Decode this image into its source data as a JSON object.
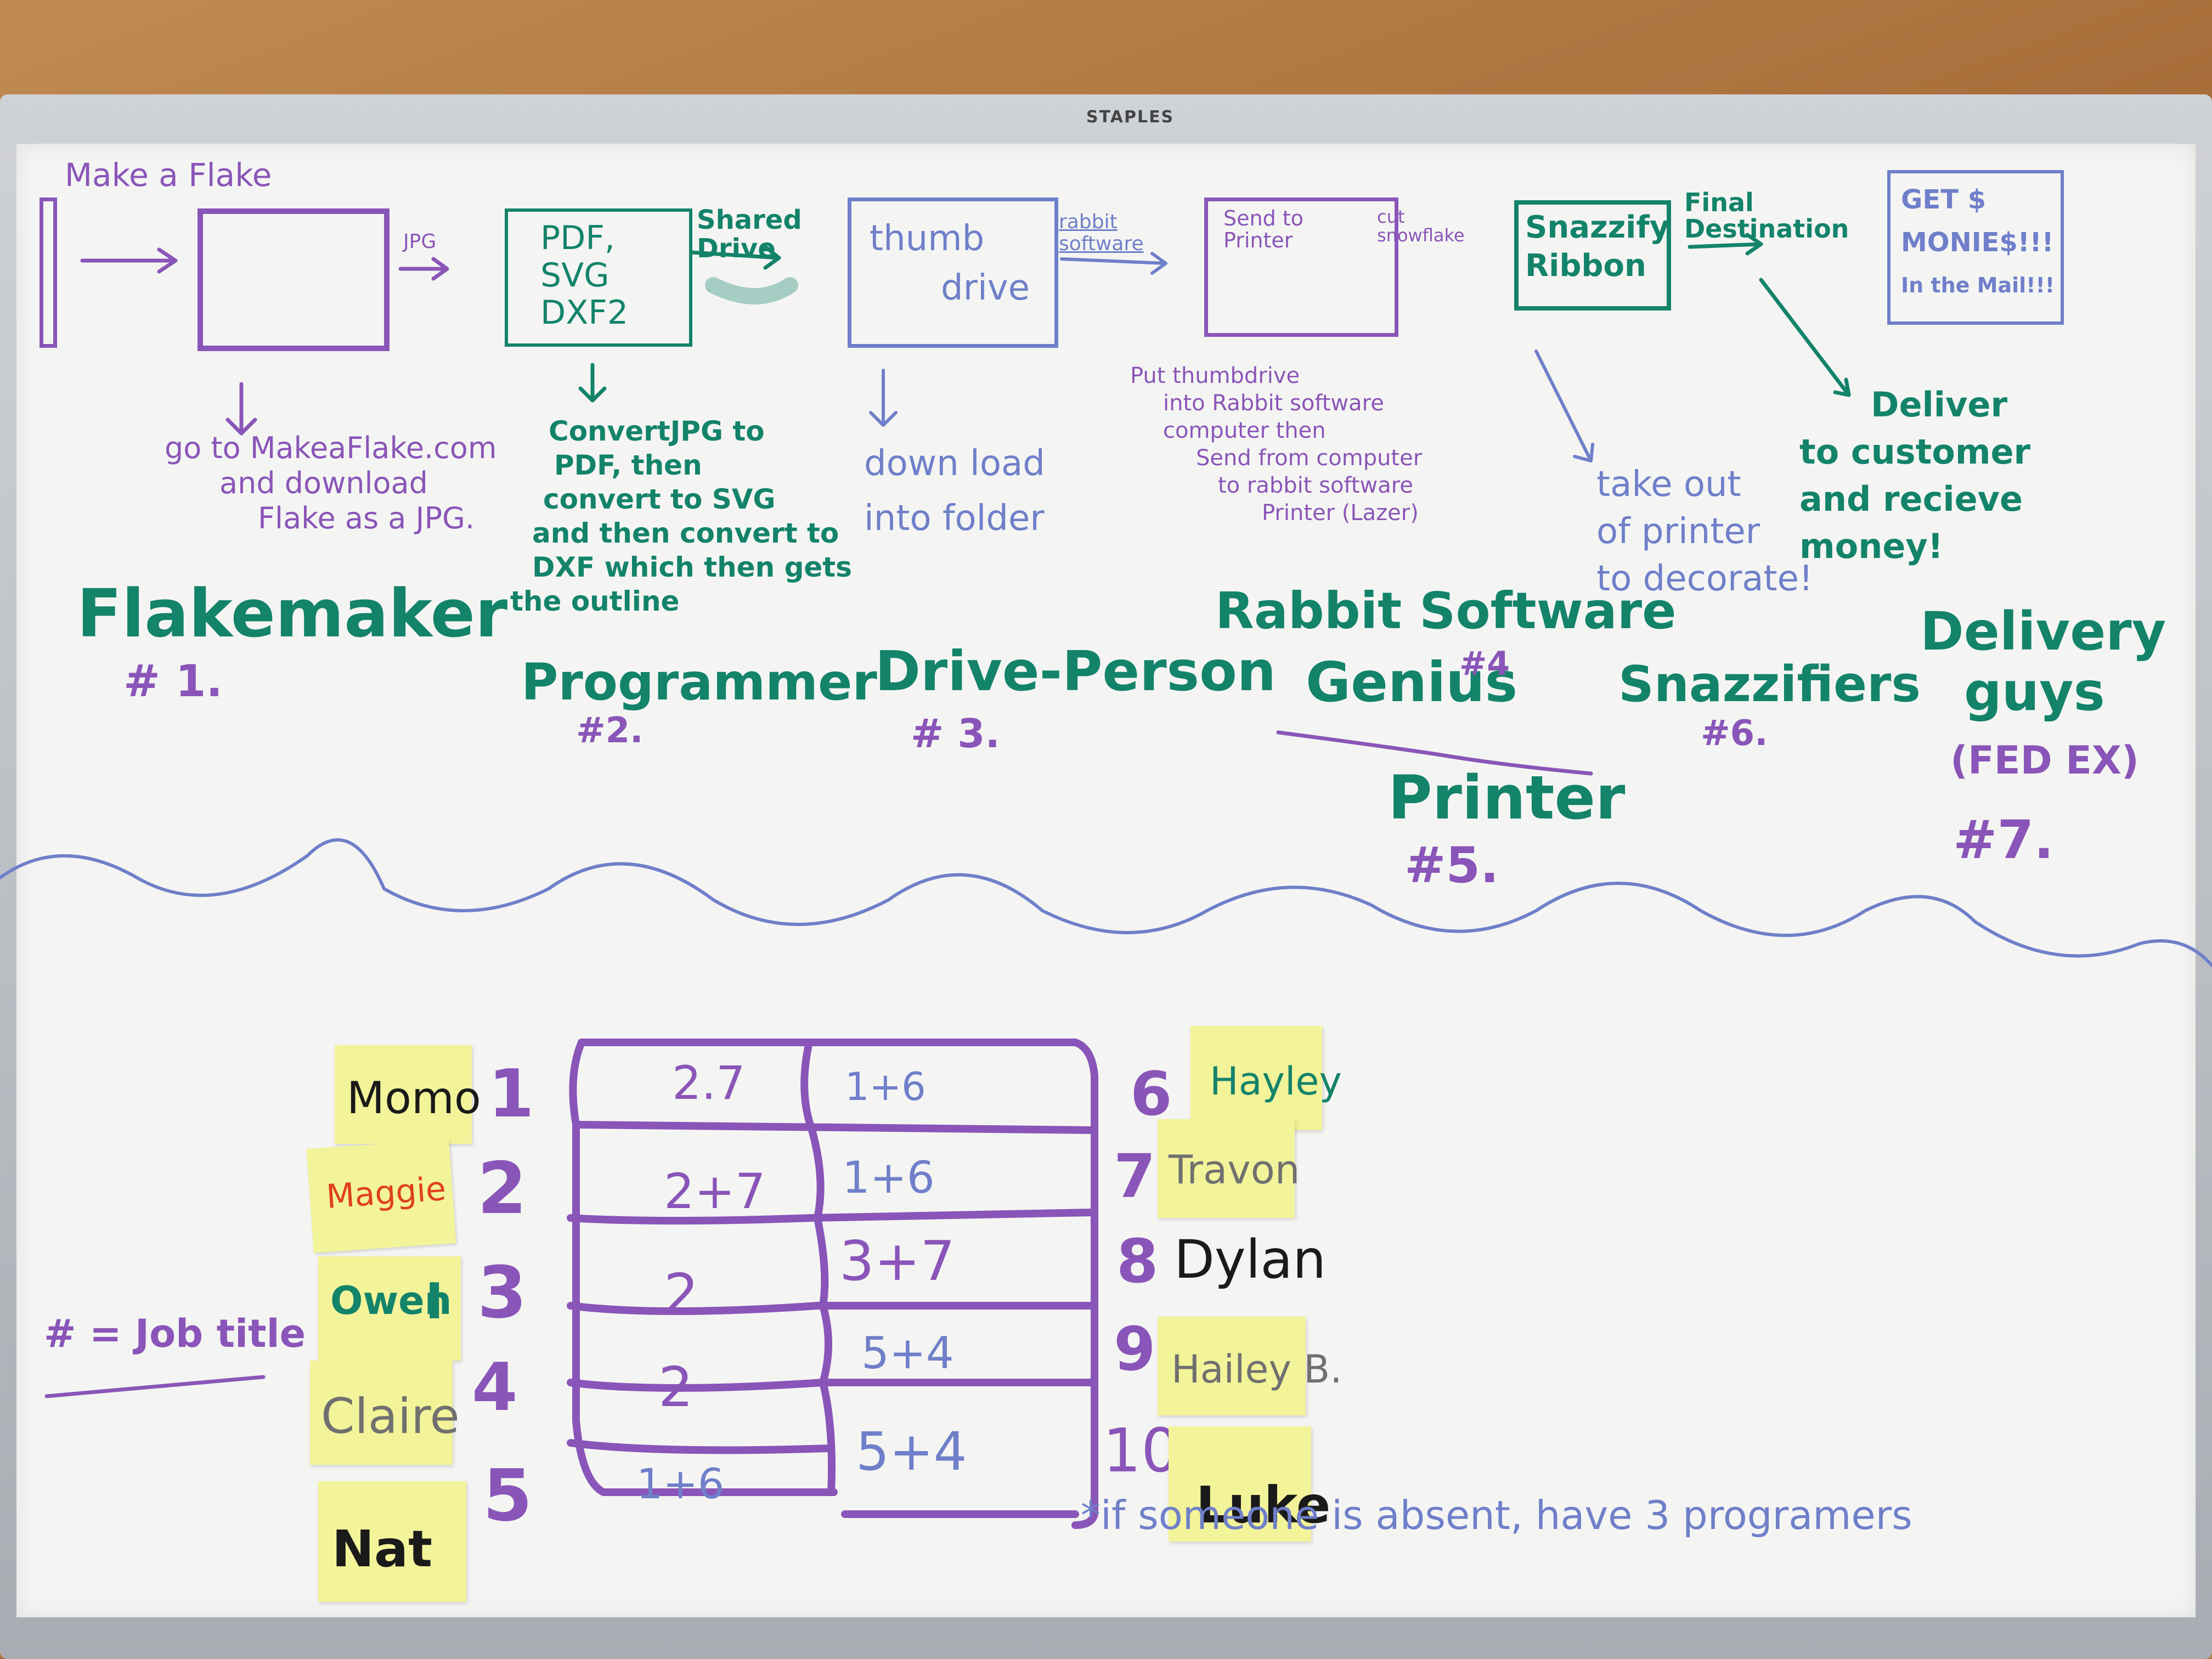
{
  "board": {
    "brand": "STAPLES",
    "heading": "Make a Flake",
    "flow": {
      "jpg_label": "JPG",
      "box2_lines": [
        "PDF,",
        "SVG",
        "DXF2"
      ],
      "shared_drive": "Shared Drive",
      "box3_lines": [
        "thumb",
        "drive"
      ],
      "rabbit_software": "rabbit software",
      "box4_text": "Send to Printer",
      "cut_snowflake": "cut snowflake",
      "box5_lines": [
        "Snazzify",
        "Ribbon"
      ],
      "final_destination": "Final Destination",
      "box6_lines": [
        "GET $",
        "MONIE$!!!",
        "In the Mail!!!"
      ]
    },
    "steps": {
      "step1": [
        "go to MakeaFlake.com",
        "and download",
        "Flake as a JPG."
      ],
      "step2": [
        "ConvertJPG to",
        "PDF, then",
        "convert to SVG",
        "and then convert to",
        "DXF which then gets",
        "the outline"
      ],
      "step3": [
        "down load",
        "into folder"
      ],
      "step4": [
        "Put thumbdrive",
        "into Rabbit software",
        "computer then",
        "Send from computer",
        "to rabbit software",
        "Printer (Lazer)"
      ],
      "step5": [
        "take out",
        "of printer",
        "to decorate!"
      ],
      "step6": [
        "Deliver",
        "to customer",
        "and recieve",
        "money!"
      ]
    },
    "roles": {
      "r1_name": "Flakemaker",
      "r1_num": "# 1.",
      "r2_name": "Programmer",
      "r2_num": "#2.",
      "r3_name": "Drive-Person",
      "r3_num": "# 3.",
      "r4_name_a": "Rabbit Software",
      "r4_name_b": "Genius",
      "r4_num": "#4",
      "r5_name": "Printer",
      "r5_num": "#5.",
      "r6_name": "Snazzifiers",
      "r6_num": "#6.",
      "r7_name_a": "Delivery",
      "r7_name_b": "guys",
      "r7_sub": "(FED EX)",
      "r7_num": "#7."
    },
    "legend": "# = Job title",
    "left_names": [
      "Momo",
      "Maggie",
      "Owen",
      "Claire",
      "Nat"
    ],
    "owen_mark": "I",
    "left_nums": [
      "1",
      "2",
      "3",
      "4",
      "5"
    ],
    "table": [
      [
        "2.7",
        "1+6"
      ],
      [
        "2+7",
        "1+6"
      ],
      [
        "2",
        "3+7"
      ],
      [
        "2",
        "5+4"
      ],
      [
        "1+6",
        "5+4"
      ]
    ],
    "right_nums": [
      "6",
      "7",
      "8",
      "9",
      "10"
    ],
    "right_names": [
      "Hayley",
      "Travon",
      "Dylan",
      "Hailey B.",
      "Luke"
    ],
    "footnote": "*if someone is absent, have 3 programers",
    "colors": {
      "purple": "#8a55b8",
      "green": "#13836a",
      "blue": "#6f7fc9",
      "sticky": "#f3f39a",
      "board": "#f4f5f3"
    }
  }
}
